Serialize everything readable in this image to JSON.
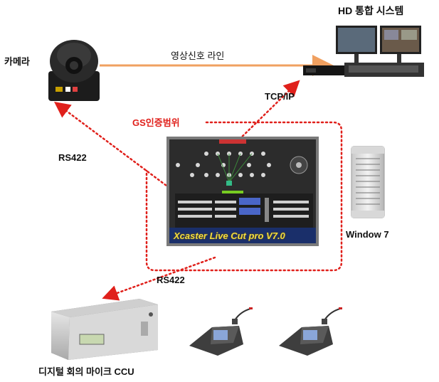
{
  "labels": {
    "camera": "카메라",
    "hd_system": "HD 통합 시스템",
    "signal_line": "영상신호 라인",
    "tcpip": "TCP/IP",
    "gs_scope": "GS인증범위",
    "rs422_top": "RS422",
    "rs422_bottom": "RS422",
    "window7": "Window 7",
    "mic_ccu": "디지털 회의 마이크 CCU",
    "software_caption": "Xcaster Live Cut pro V7.0"
  },
  "colors": {
    "signal_line": "#f0a060",
    "dotted_line": "#e0201b",
    "gs_label": "#e0201b"
  }
}
